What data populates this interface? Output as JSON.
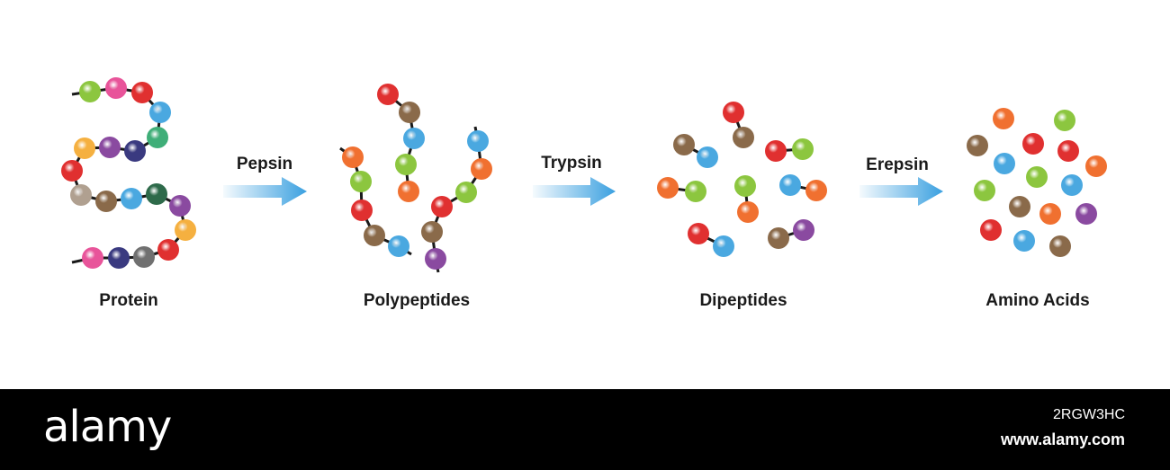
{
  "stages": [
    {
      "id": "protein",
      "label": "Protein"
    },
    {
      "id": "polypeptides",
      "label": "Polypeptides"
    },
    {
      "id": "dipeptides",
      "label": "Dipeptides"
    },
    {
      "id": "amino_acids",
      "label": "Amino Acids"
    }
  ],
  "enzymes": [
    {
      "id": "pepsin",
      "label": "Pepsin"
    },
    {
      "id": "trypsin",
      "label": "Trypsin"
    },
    {
      "id": "erepsin",
      "label": "Erepsin"
    }
  ],
  "colors": {
    "green": "#8cc63f",
    "pink": "#e8549a",
    "red": "#e03030",
    "blue": "#4aa8e0",
    "teal": "#3fae78",
    "orange": "#f07030",
    "purple": "#8a4aa0",
    "navy": "#3a3a80",
    "beige": "#b0a090",
    "brown": "#8a6a4a",
    "darkgreen": "#2e6a4a",
    "yellow": "#f5b040",
    "grey": "#707070",
    "arrow": "#3aa0e0"
  },
  "footer": {
    "logo": "alamy",
    "image_id": "2RGW3HC",
    "site_url": "www.alamy.com"
  }
}
